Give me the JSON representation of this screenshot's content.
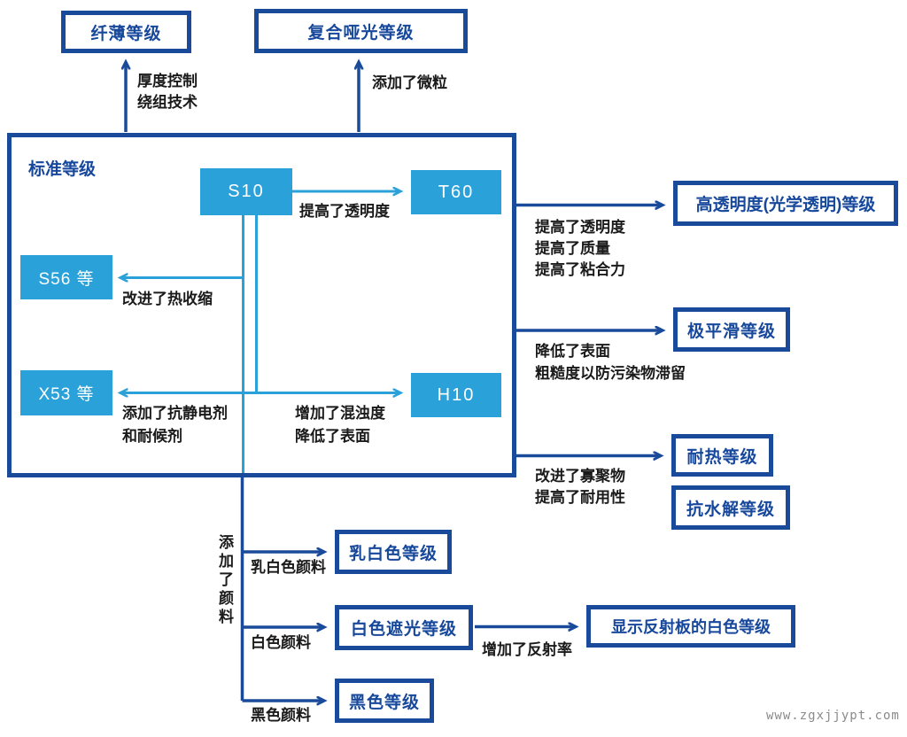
{
  "palette": {
    "dark_blue": "#1a4a9a",
    "dark_blue_text": "#17489b",
    "light_blue": "#2ba1da",
    "label_black": "#1a1a1a",
    "watermark_gray": "#8a8a8a"
  },
  "top": {
    "thin_grade": "纤薄等级",
    "matte_grade": "复合哑光等级",
    "thin_arrow_label_line1": "厚度控制",
    "thin_arrow_label_line2": "绕组技术",
    "matte_arrow_label": "添加了微粒"
  },
  "standard": {
    "title": "标准等级",
    "s10": "S10",
    "t60": "T60",
    "s56": "S56 等",
    "x53": "X53 等",
    "h10": "H10",
    "to_t60_label": "提高了透明度",
    "to_s56_label": "改进了热收缩",
    "to_x53_line1": "添加了抗静电剂",
    "to_x53_line2": "和耐候剂",
    "to_h10_line1": "增加了混浊度",
    "to_h10_line2": "降低了表面"
  },
  "right": {
    "high_transparency_grade": "高透明度(光学透明)等级",
    "ht_line1": "提高了透明度",
    "ht_line2": "提高了质量",
    "ht_line3": "提高了粘合力",
    "smooth_grade": "极平滑等级",
    "smooth_line1": "降低了表面",
    "smooth_line2": "粗糙度以防污染物滞留",
    "heat_grade": "耐热等级",
    "heat_line1": "改进了寡聚物",
    "heat_line2": "提高了耐用性",
    "hydrolysis_grade": "抗水解等级"
  },
  "bottom": {
    "pigment_vertical_label": "添加了颜料",
    "milky_branch_label": "乳白色颜料",
    "milky_grade": "乳白色等级",
    "white_branch_label": "白色颜料",
    "white_shading_grade": "白色遮光等级",
    "black_branch_label": "黑色颜料",
    "black_grade": "黑色等级",
    "reflect_label": "增加了反射率",
    "display_white_grade": "显示反射板的白色等级"
  },
  "watermark": "www.zgxjjypt.com"
}
